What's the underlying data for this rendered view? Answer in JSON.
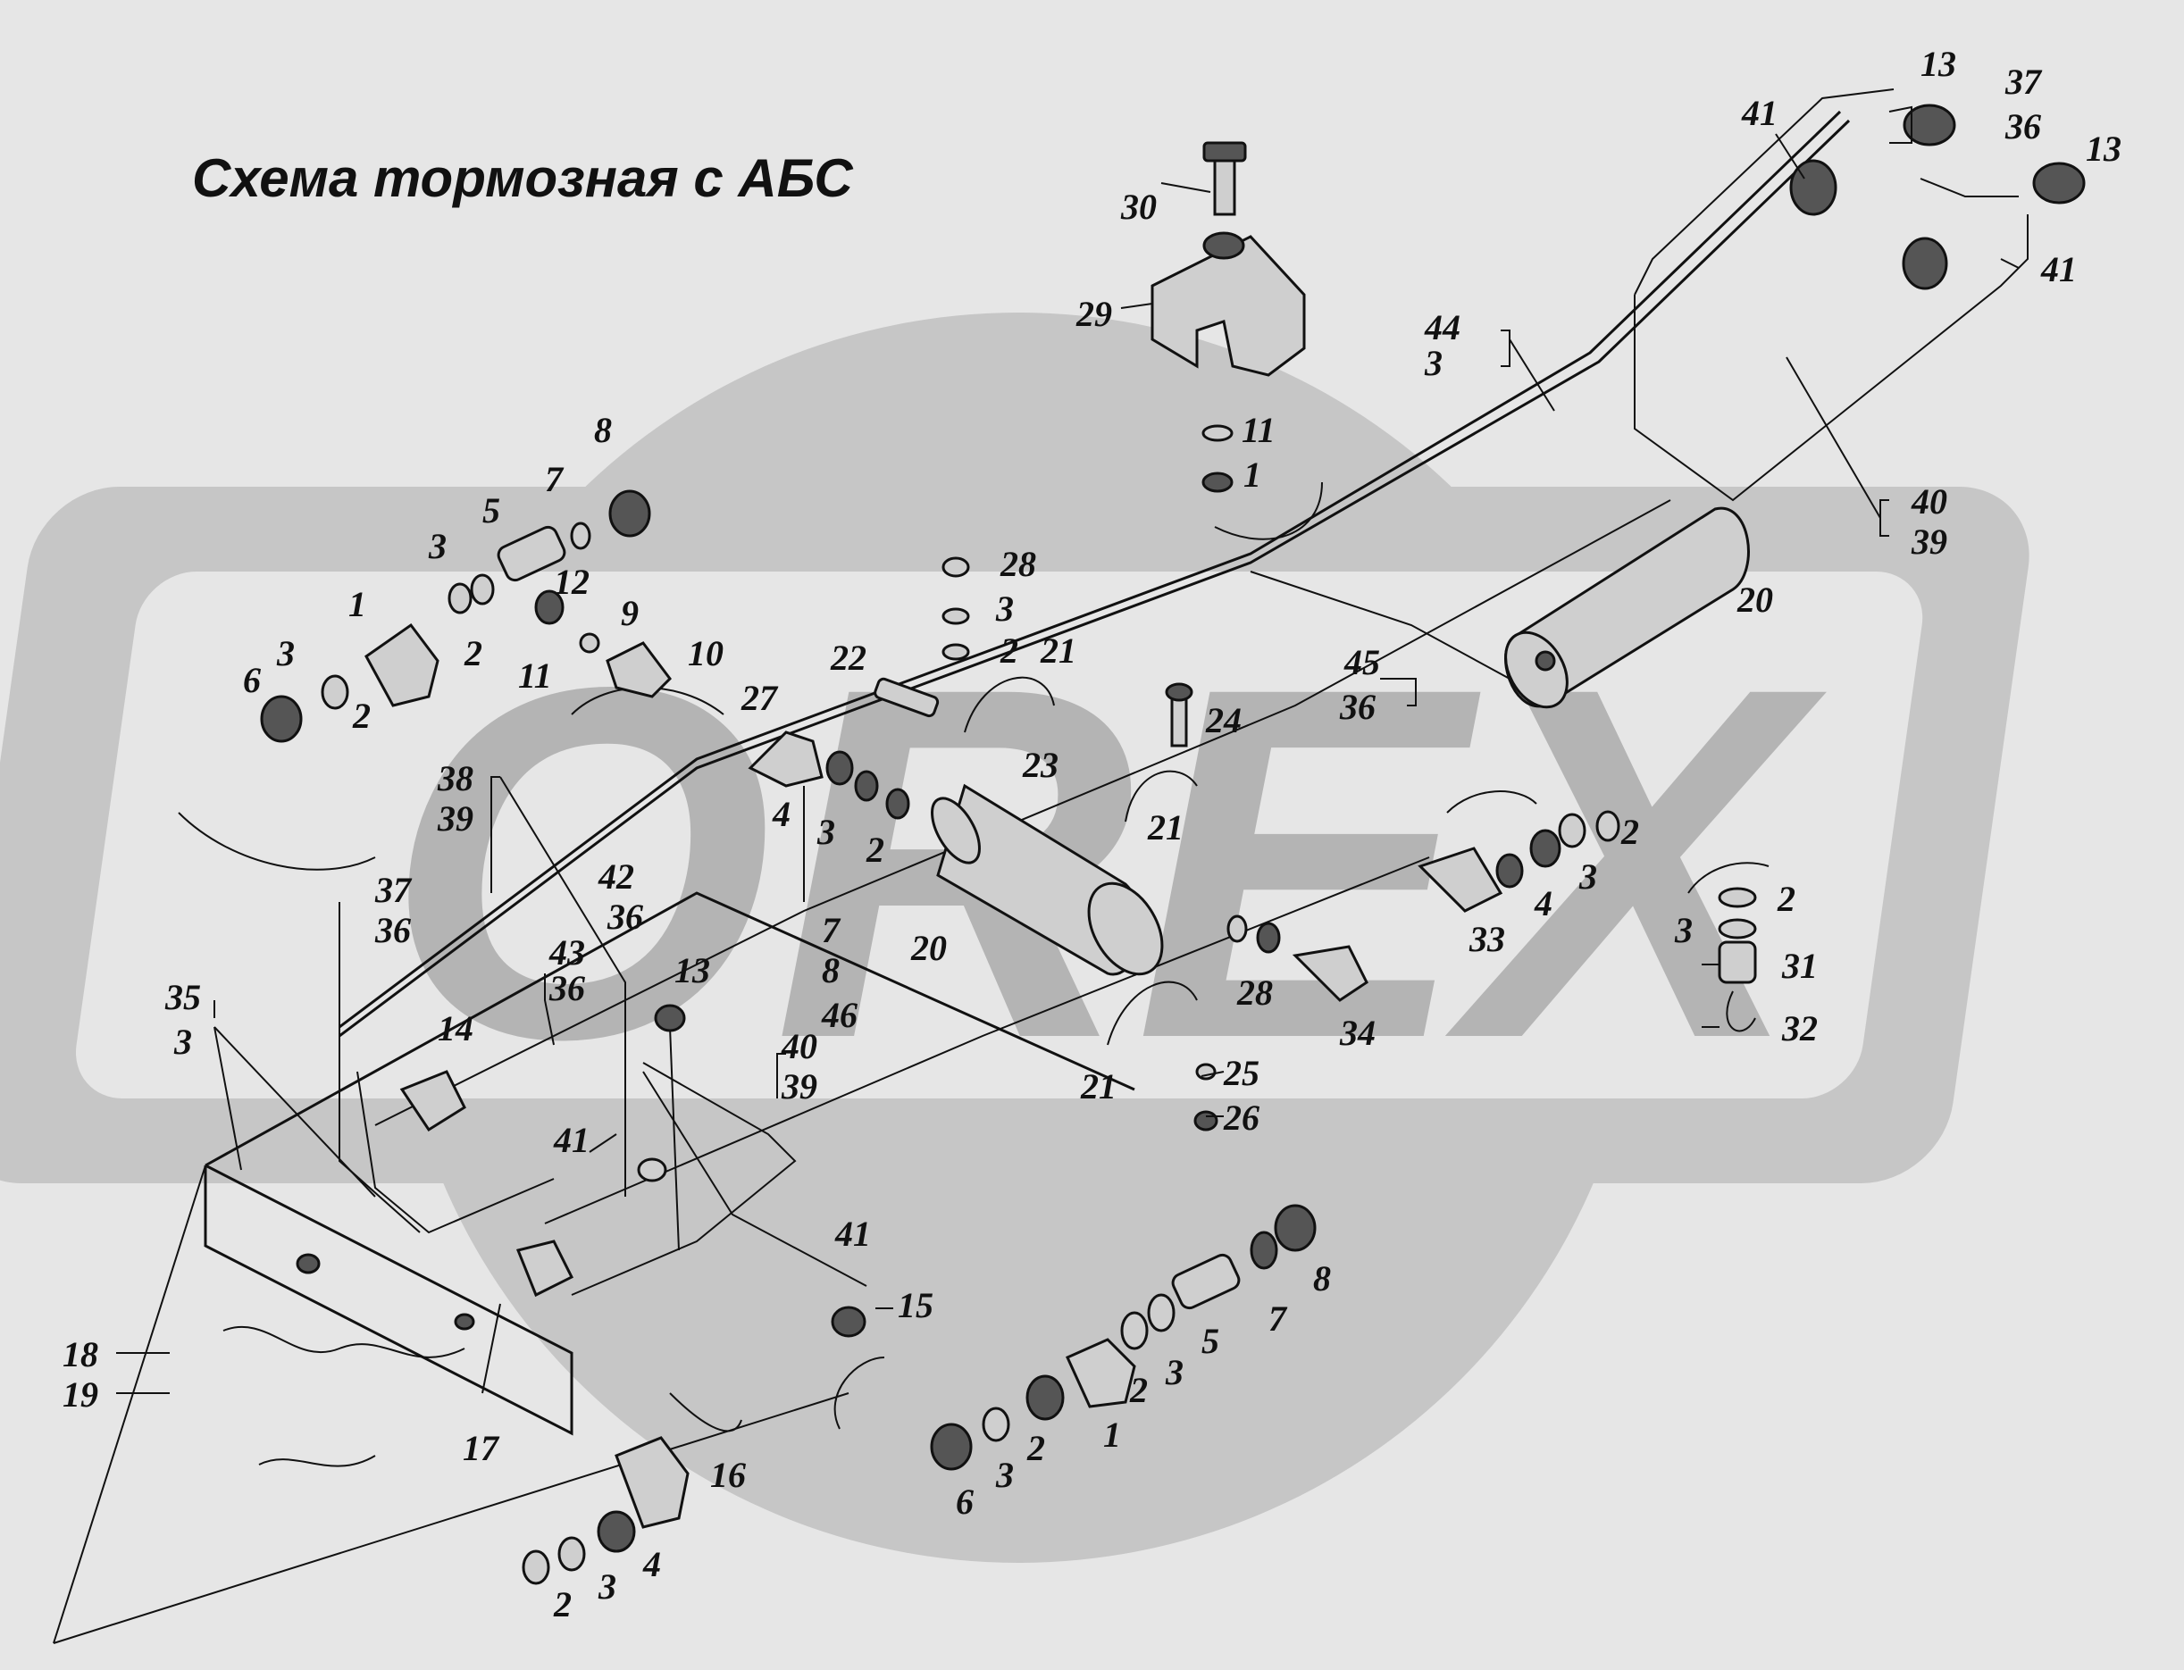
{
  "title": "Схема тормозная с АБС",
  "labels": [
    {
      "id": "l1",
      "text": "1"
    },
    {
      "id": "l2",
      "text": "3"
    },
    {
      "id": "l3",
      "text": "5"
    },
    {
      "id": "l4",
      "text": "7"
    },
    {
      "id": "l5",
      "text": "8"
    },
    {
      "id": "l6",
      "text": "12"
    },
    {
      "id": "l7",
      "text": "9"
    },
    {
      "id": "l8",
      "text": "10"
    },
    {
      "id": "l9",
      "text": "11"
    },
    {
      "id": "l10",
      "text": "2"
    },
    {
      "id": "l11",
      "text": "3"
    },
    {
      "id": "l12",
      "text": "6"
    },
    {
      "id": "l13",
      "text": "2"
    },
    {
      "id": "l14",
      "text": "27"
    },
    {
      "id": "l15",
      "text": "4"
    },
    {
      "id": "l16",
      "text": "3"
    },
    {
      "id": "l17",
      "text": "2"
    },
    {
      "id": "l18",
      "text": "22"
    },
    {
      "id": "l19",
      "text": "28"
    },
    {
      "id": "l20",
      "text": "3"
    },
    {
      "id": "l21",
      "text": "2"
    },
    {
      "id": "l22",
      "text": "21"
    },
    {
      "id": "l23",
      "text": "23"
    },
    {
      "id": "l24",
      "text": "30"
    },
    {
      "id": "l25",
      "text": "29"
    },
    {
      "id": "l26",
      "text": "11"
    },
    {
      "id": "l27",
      "text": "1"
    },
    {
      "id": "l28",
      "text": "44"
    },
    {
      "id": "l29",
      "text": "3"
    },
    {
      "id": "l30",
      "text": "13"
    },
    {
      "id": "l31",
      "text": "37"
    },
    {
      "id": "l32",
      "text": "36"
    },
    {
      "id": "l33",
      "text": "41"
    },
    {
      "id": "l34",
      "text": "13"
    },
    {
      "id": "l35",
      "text": "41"
    },
    {
      "id": "l36",
      "text": "40"
    },
    {
      "id": "l37",
      "text": "39"
    },
    {
      "id": "l38",
      "text": "20"
    },
    {
      "id": "l39",
      "text": "45"
    },
    {
      "id": "l40",
      "text": "36"
    },
    {
      "id": "l41",
      "text": "24"
    },
    {
      "id": "l42",
      "text": "21"
    },
    {
      "id": "l43",
      "text": "38"
    },
    {
      "id": "l44",
      "text": "39"
    },
    {
      "id": "l45",
      "text": "42"
    },
    {
      "id": "l46",
      "text": "36"
    },
    {
      "id": "l47",
      "text": "37"
    },
    {
      "id": "l48",
      "text": "36"
    },
    {
      "id": "l49",
      "text": "20"
    },
    {
      "id": "l50",
      "text": "7"
    },
    {
      "id": "l51",
      "text": "8"
    },
    {
      "id": "l52",
      "text": "46"
    },
    {
      "id": "l53",
      "text": "43"
    },
    {
      "id": "l54",
      "text": "36"
    },
    {
      "id": "l55",
      "text": "13"
    },
    {
      "id": "l56",
      "text": "35"
    },
    {
      "id": "l57",
      "text": "3"
    },
    {
      "id": "l58",
      "text": "14"
    },
    {
      "id": "l59",
      "text": "40"
    },
    {
      "id": "l60",
      "text": "39"
    },
    {
      "id": "l61",
      "text": "41"
    },
    {
      "id": "l62",
      "text": "28"
    },
    {
      "id": "l63",
      "text": "34"
    },
    {
      "id": "l64",
      "text": "33"
    },
    {
      "id": "l65",
      "text": "4"
    },
    {
      "id": "l66",
      "text": "3"
    },
    {
      "id": "l67",
      "text": "2"
    },
    {
      "id": "l68",
      "text": "21"
    },
    {
      "id": "l69",
      "text": "25"
    },
    {
      "id": "l70",
      "text": "26"
    },
    {
      "id": "l71",
      "text": "2"
    },
    {
      "id": "l72",
      "text": "3"
    },
    {
      "id": "l73",
      "text": "31"
    },
    {
      "id": "l74",
      "text": "32"
    },
    {
      "id": "l75",
      "text": "41"
    },
    {
      "id": "l76",
      "text": "15"
    },
    {
      "id": "l77",
      "text": "18"
    },
    {
      "id": "l78",
      "text": "19"
    },
    {
      "id": "l79",
      "text": "17"
    },
    {
      "id": "l80",
      "text": "16"
    },
    {
      "id": "l81",
      "text": "2"
    },
    {
      "id": "l82",
      "text": "3"
    },
    {
      "id": "l83",
      "text": "4"
    },
    {
      "id": "l84",
      "text": "8"
    },
    {
      "id": "l85",
      "text": "7"
    },
    {
      "id": "l86",
      "text": "5"
    },
    {
      "id": "l87",
      "text": "3"
    },
    {
      "id": "l88",
      "text": "2"
    },
    {
      "id": "l89",
      "text": "1"
    },
    {
      "id": "l90",
      "text": "2"
    },
    {
      "id": "l91",
      "text": "3"
    },
    {
      "id": "l92",
      "text": "6"
    }
  ],
  "watermark": {
    "text": "OREX"
  },
  "colors": {
    "background": "#e6e6e6",
    "ink": "#111111",
    "watermark": "#c6c6c6"
  }
}
